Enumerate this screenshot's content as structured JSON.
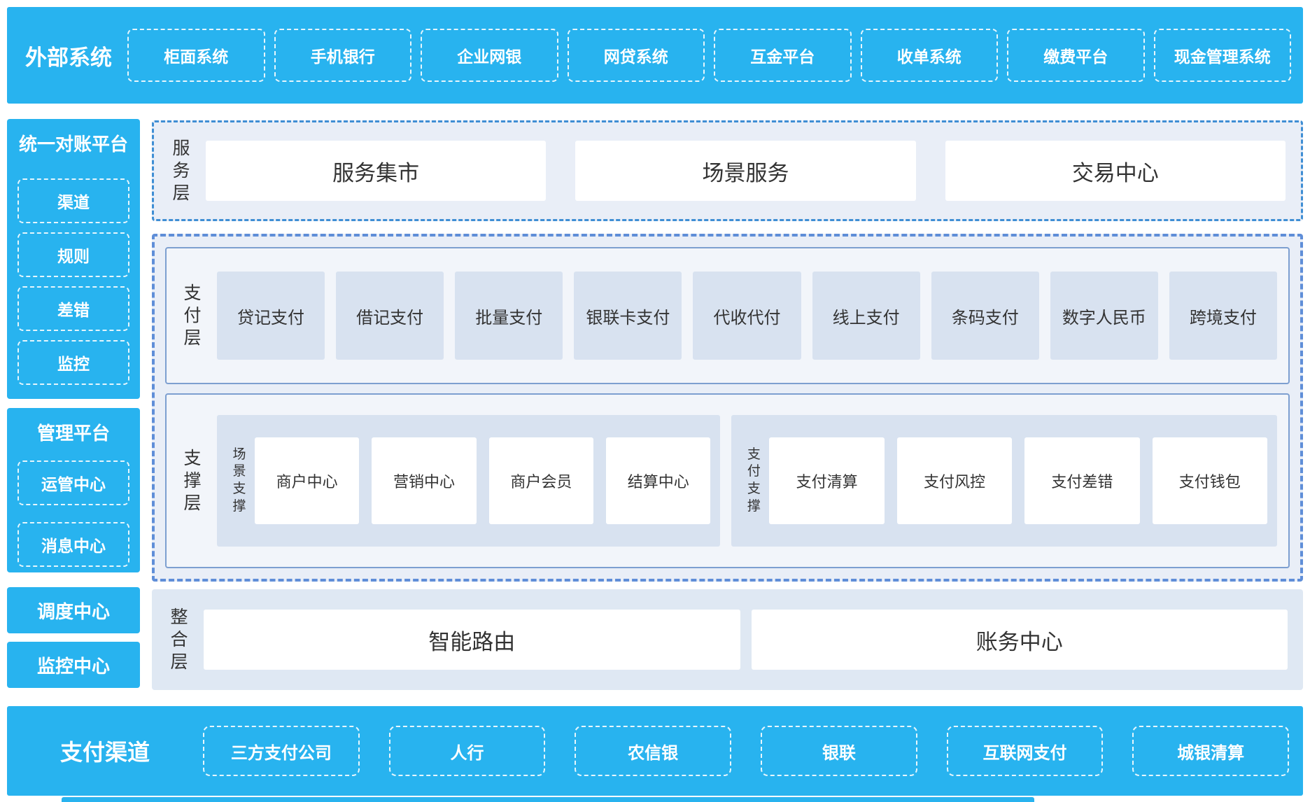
{
  "colors": {
    "accent_blue": "#28b3ef",
    "panel_bg": "#e9eef7",
    "integration_bg": "#dfe8f3",
    "inner_panel_bg": "#f2f5fa",
    "box_bg": "#d8e2f0",
    "solid_border": "#7d9fd0",
    "dashed_border": "#5f8ed8",
    "service_border": "#3f8ed4",
    "text_dark": "#333333"
  },
  "external_systems": {
    "title": "外部系统",
    "items": [
      "柜面系统",
      "手机银行",
      "企业网银",
      "网贷系统",
      "互金平台",
      "收单系统",
      "缴费平台",
      "现金管理系统"
    ]
  },
  "reconciliation_platform": {
    "title": "统一对账平台",
    "items": [
      "渠道",
      "规则",
      "差错",
      "监控"
    ]
  },
  "management_platform": {
    "title": "管理平台",
    "items": [
      "运管中心",
      "消息中心"
    ]
  },
  "side_boxes": [
    "调度中心",
    "监控中心"
  ],
  "service_layer": {
    "label": "服务层",
    "items": [
      "服务集市",
      "场景服务",
      "交易中心"
    ]
  },
  "payment_layer": {
    "label": "支付层",
    "items": [
      "贷记支付",
      "借记支付",
      "批量支付",
      "银联卡支付",
      "代收代付",
      "线上支付",
      "条码支付",
      "数字人民币",
      "跨境支付"
    ]
  },
  "support_layer": {
    "label": "支撑层",
    "groups": [
      {
        "label": "场景支撑",
        "items": [
          "商户中心",
          "营销中心",
          "商户会员",
          "结算中心"
        ]
      },
      {
        "label": "支付支撑",
        "items": [
          "支付清算",
          "支付风控",
          "支付差错",
          "支付钱包"
        ]
      }
    ]
  },
  "integration_layer": {
    "label": "整合层",
    "items": [
      "智能路由",
      "账务中心"
    ]
  },
  "payment_channels": {
    "title": "支付渠道",
    "items": [
      "三方支付公司",
      "人行",
      "农信银",
      "银联",
      "互联网支付",
      "城银清算"
    ]
  }
}
